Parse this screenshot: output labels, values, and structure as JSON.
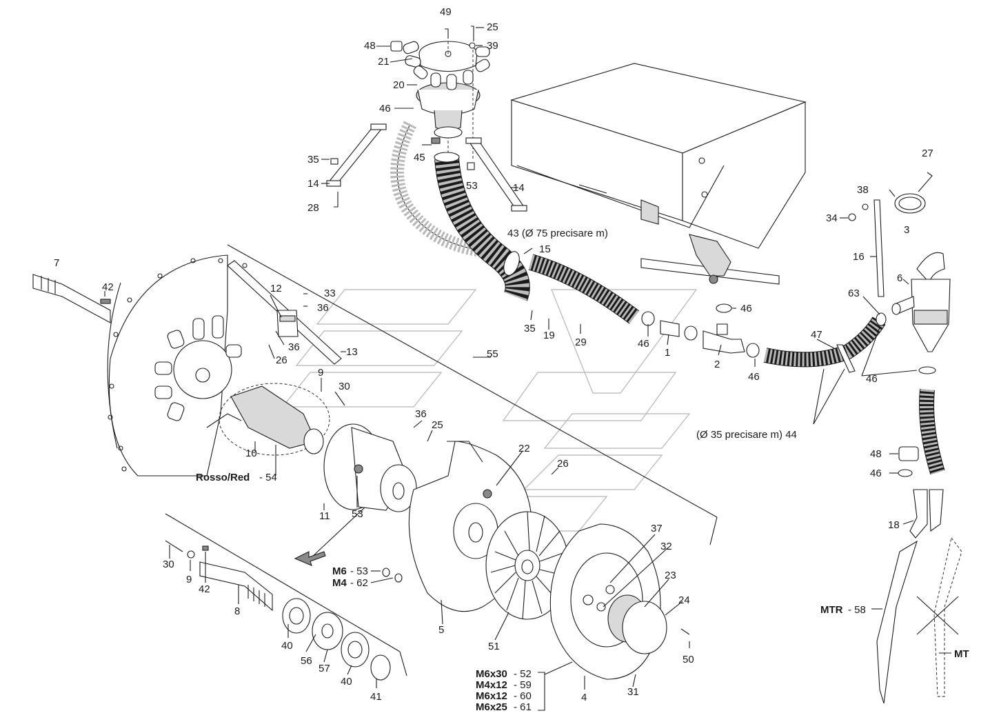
{
  "labels": {
    "l49": "49",
    "l25a": "25",
    "l48a": "48",
    "l39": "39",
    "l21": "21",
    "l20": "20",
    "l46a": "46",
    "l45": "45",
    "l35a": "35",
    "l53a": "53",
    "l14a": "14",
    "l14b": "14",
    "l28": "28",
    "l43": "43 (Ø 75 precisare m)",
    "l15": "15",
    "l27": "27",
    "l38": "38",
    "l34": "34",
    "l3": "3",
    "l16": "16",
    "l6": "6",
    "l63": "63",
    "l7": "7",
    "l42a": "42",
    "l12": "12",
    "l33": "33",
    "l36a": "36",
    "l36b": "36",
    "l26a": "26",
    "l13": "13",
    "l35b": "35",
    "l19": "19",
    "l29": "29",
    "l46b": "46",
    "l46c": "46",
    "l1": "1",
    "l2": "2",
    "l46d": "46",
    "l47": "47",
    "l46e": "46",
    "l55": "55",
    "l9a": "9",
    "l30a": "30",
    "l10": "10",
    "l54": "Rosso/Red",
    "l54n": "- 54",
    "l36c": "36",
    "l25b": "25",
    "l11": "11",
    "l53b": "53",
    "l22": "22",
    "l26b": "26",
    "l44": "(Ø 35 precisare m) 44",
    "l48b": "48",
    "l46f": "46",
    "l18": "18",
    "l30b": "30",
    "l9b": "9",
    "l42b": "42",
    "l8": "8",
    "l40a": "40",
    "l56": "56",
    "l57": "57",
    "l40b": "40",
    "l41": "41",
    "lM6a": "M6",
    "lM6an": "- 53",
    "lM4a": "M4",
    "lM4an": "- 62",
    "l5": "5",
    "l51": "51",
    "l37": "37",
    "l32": "32",
    "l23": "23",
    "l24": "24",
    "l50": "50",
    "l31": "31",
    "l4": "4",
    "lM6x30": "M6x30",
    "lM6x30n": "- 52",
    "lM4x12": "M4x12",
    "lM4x12n": "- 59",
    "lM6x12": "M6x12",
    "lM6x12n": "- 60",
    "lM6x25": "M6x25",
    "lM6x25n": "- 61",
    "lMTR": "MTR",
    "lMTRn": "- 58",
    "lMT": "MT"
  }
}
